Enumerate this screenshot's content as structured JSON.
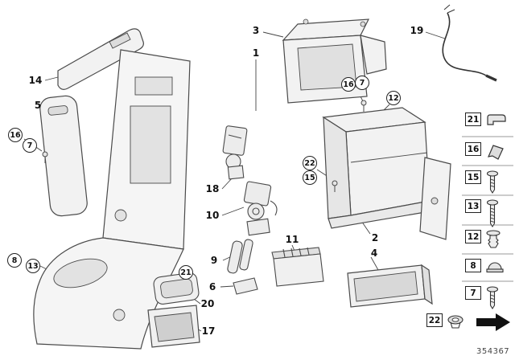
{
  "figure": {
    "part_number": "354367",
    "colors": {
      "line": "#444444",
      "fill": "#f2f2f2",
      "shade": "#dcdcdc"
    }
  },
  "callouts": {
    "n1": "1",
    "n2": "2",
    "n3": "3",
    "n4": "4",
    "n5": "5",
    "n6": "6",
    "n7": "7",
    "n8": "8",
    "n9": "9",
    "n10": "10",
    "n11": "11",
    "n12": "12",
    "n13": "13",
    "n14": "14",
    "n15": "15",
    "n16": "16",
    "n17": "17",
    "n18": "18",
    "n19": "19",
    "n20": "20",
    "n21": "21",
    "n22": "22"
  },
  "legend": {
    "items": [
      {
        "label": "21",
        "icon": "clip-icon"
      },
      {
        "label": "16",
        "icon": "clamp-icon"
      },
      {
        "label": "15",
        "icon": "screw-icon"
      },
      {
        "label": "13",
        "icon": "long-screw-icon"
      },
      {
        "label": "12",
        "icon": "expansion-rivet-icon"
      },
      {
        "label": "8",
        "icon": "cap-icon"
      },
      {
        "label": "7",
        "icon": "screw-icon"
      },
      {
        "label": "22",
        "icon": "grommet-icon"
      }
    ]
  }
}
